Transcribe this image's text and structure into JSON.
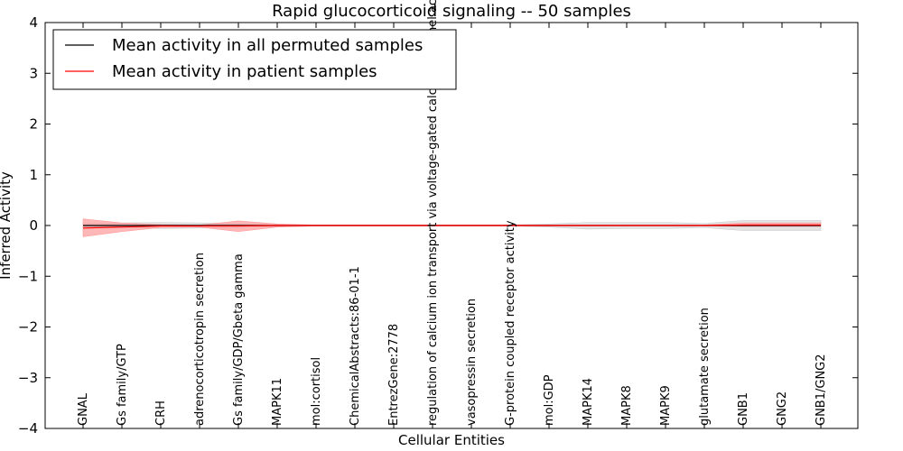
{
  "chart_data": {
    "type": "line",
    "title": "Rapid glucocorticoid signaling -- 50 samples",
    "xlabel": "Cellular Entities",
    "ylabel": "Inferred Activity",
    "ylim": [
      -4,
      4
    ],
    "yticks": [
      -4,
      -3,
      -2,
      -1,
      0,
      1,
      2,
      3,
      4
    ],
    "ytick_labels": [
      "−4",
      "−3",
      "−2",
      "−1",
      "0",
      "1",
      "2",
      "3",
      "4"
    ],
    "grid": false,
    "legend_position": "top-left",
    "categories": [
      "GNAL",
      "Gs family/GTP",
      "CRH",
      "adrenocorticotropin secretion",
      "Gs family/GDP/Gbeta gamma",
      "MAPK11",
      "mol:cortisol",
      "ChemicalAbstracts:86-01-1",
      "EntrezGene:2778",
      "regulation of calcium ion transport via voltage-gated calcium channel activity",
      "vasopressin secretion",
      "G-protein coupled receptor activity",
      "mol:GDP",
      "MAPK14",
      "MAPK8",
      "MAPK9",
      "glutamate secretion",
      "GNB1",
      "GNG2",
      "GNB1/GNG2"
    ],
    "series": [
      {
        "name": "Mean activity in all permuted samples",
        "color": "#000000",
        "band_color": "#cccccc",
        "values": [
          0,
          0,
          0,
          0,
          0,
          0,
          0,
          0,
          0,
          0,
          0,
          0,
          0,
          0,
          0,
          0,
          0,
          0,
          0,
          0
        ],
        "band_low": [
          -0.03,
          -0.04,
          -0.06,
          -0.05,
          -0.04,
          -0.02,
          -0.01,
          -0.01,
          -0.01,
          -0.01,
          -0.01,
          -0.01,
          -0.03,
          -0.07,
          -0.06,
          -0.06,
          -0.04,
          -0.1,
          -0.1,
          -0.1
        ],
        "band_high": [
          0.04,
          0.05,
          0.06,
          0.05,
          0.04,
          0.02,
          0.01,
          0.01,
          0.01,
          0.01,
          0.01,
          0.01,
          0.03,
          0.06,
          0.06,
          0.06,
          0.04,
          0.1,
          0.1,
          0.1
        ]
      },
      {
        "name": "Mean activity in patient samples",
        "color": "#ff0000",
        "band_color": "#ff9999",
        "values": [
          -0.05,
          -0.03,
          -0.01,
          -0.01,
          -0.01,
          0,
          0,
          0,
          0,
          0,
          0,
          0,
          0,
          0,
          0,
          0,
          0,
          0.01,
          0.01,
          0.01
        ],
        "band_low": [
          -0.22,
          -0.12,
          -0.04,
          -0.03,
          -0.12,
          -0.03,
          -0.01,
          -0.01,
          -0.01,
          -0.01,
          -0.01,
          -0.01,
          -0.01,
          -0.01,
          -0.01,
          -0.01,
          -0.01,
          -0.02,
          -0.02,
          -0.02
        ],
        "band_high": [
          0.13,
          0.05,
          0.02,
          0.01,
          0.09,
          0.03,
          0.01,
          0.01,
          0.01,
          0.01,
          0.01,
          0.01,
          0.01,
          0.01,
          0.01,
          0.01,
          0.01,
          0.05,
          0.05,
          0.05
        ]
      }
    ]
  }
}
